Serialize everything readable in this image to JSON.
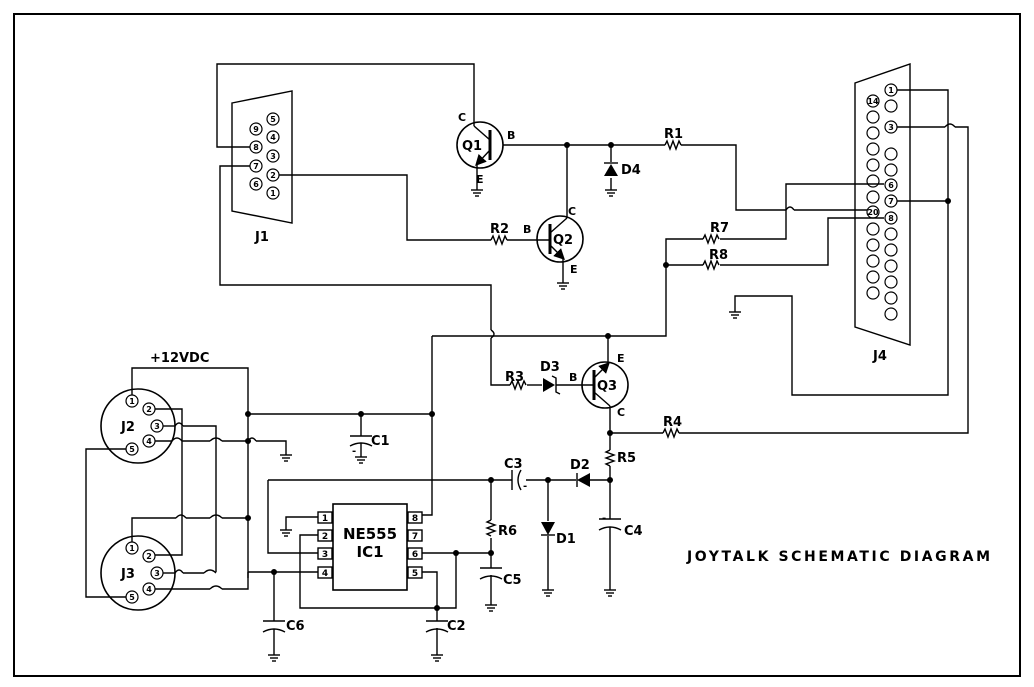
{
  "title": "JOYTALK SCHEMATIC DIAGRAM",
  "power_label": "+12VDC",
  "connectors": {
    "j1": {
      "label": "J1",
      "pins": [
        "5",
        "9",
        "4",
        "8",
        "3",
        "7",
        "2",
        "6",
        "1"
      ]
    },
    "j2": {
      "label": "J2",
      "pins": [
        "1",
        "2",
        "3",
        "4",
        "5"
      ]
    },
    "j3": {
      "label": "J3",
      "pins": [
        "1",
        "2",
        "3",
        "4",
        "5"
      ]
    },
    "j4": {
      "label": "J4",
      "pins": [
        "1",
        "14",
        "3",
        "6",
        "7",
        "20",
        "8"
      ]
    }
  },
  "transistors": {
    "q1": {
      "label": "Q1",
      "c": "C",
      "b": "B",
      "e": "E"
    },
    "q2": {
      "label": "Q2",
      "c": "C",
      "b": "B",
      "e": "E"
    },
    "q3": {
      "label": "Q3",
      "c": "C",
      "b": "B",
      "e": "E"
    }
  },
  "resistors": [
    "R1",
    "R2",
    "R3",
    "R4",
    "R5",
    "R6",
    "R7",
    "R8"
  ],
  "diodes": [
    "D1",
    "D2",
    "D3",
    "D4"
  ],
  "capacitors": [
    "C1",
    "C2",
    "C3",
    "C4",
    "C5",
    "C6"
  ],
  "ic": {
    "name": "NE555",
    "ref": "IC1",
    "pins": [
      "1",
      "2",
      "3",
      "4",
      "5",
      "6",
      "7",
      "8"
    ]
  }
}
